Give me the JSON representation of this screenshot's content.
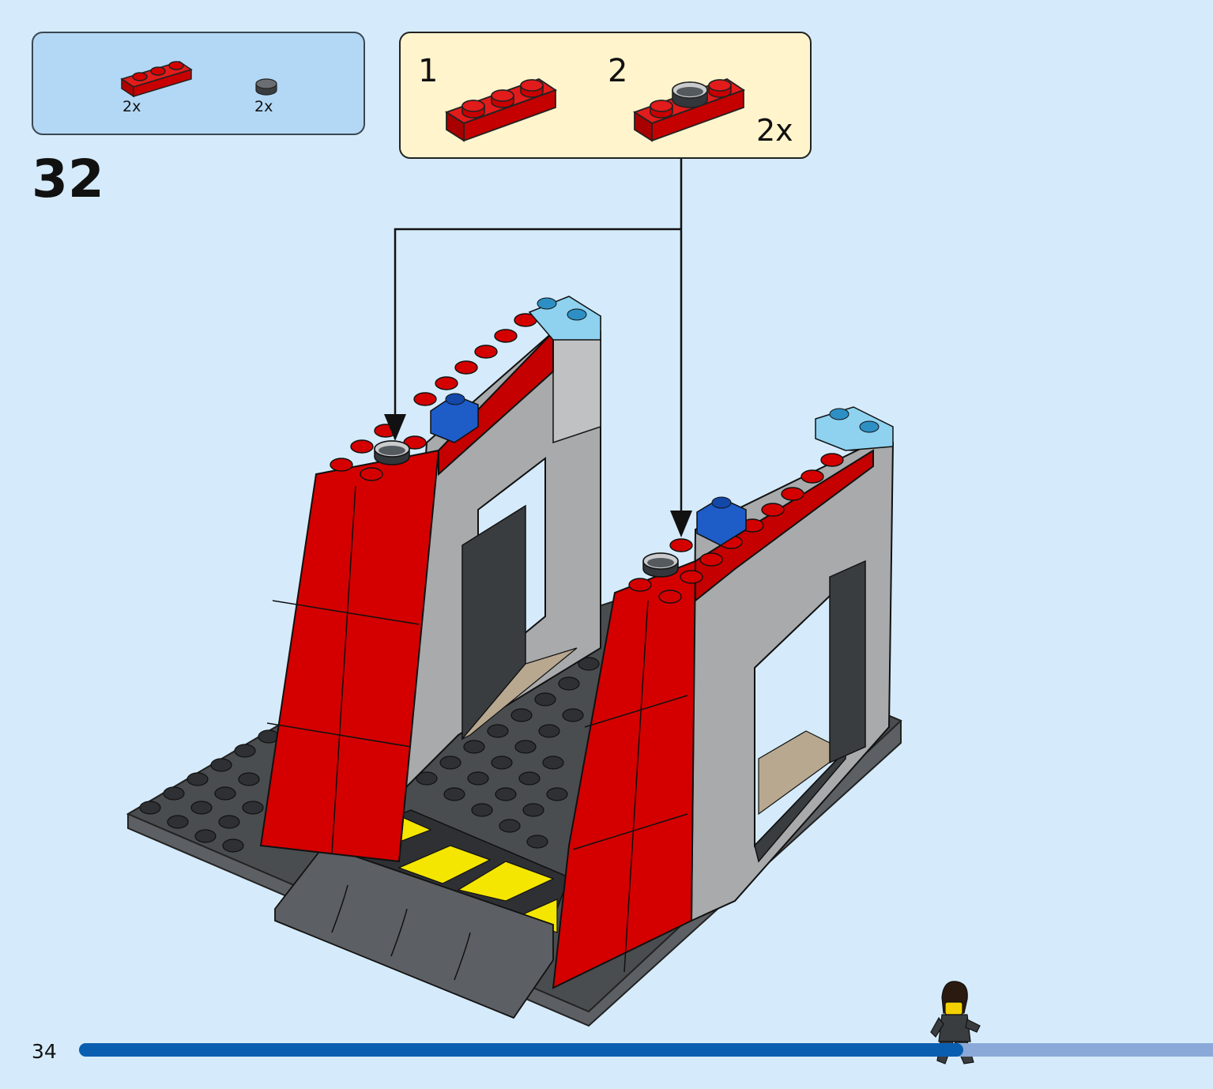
{
  "step": {
    "number": "32"
  },
  "page": {
    "number": "34"
  },
  "parts_list": {
    "items": [
      {
        "name": "red 1x3 plate",
        "qty": "2x",
        "color": "#d40000"
      },
      {
        "name": "dark grey round 1x1 tile",
        "qty": "2x",
        "color": "#555a5e"
      }
    ]
  },
  "sub_assembly": {
    "steps": [
      {
        "number": "1"
      },
      {
        "number": "2"
      }
    ],
    "multiplier": "2x"
  },
  "progress": {
    "fraction": 0.78
  },
  "colors": {
    "background": "#d5ebfb",
    "parts_box": "#b3d8f5",
    "sub_box": "#fff4cc",
    "brick_red": "#d40000",
    "light_grey": "#a8aaab",
    "dark_grey": "#4a4d50",
    "progress_fill": "#0a5eb0",
    "progress_track": "#8ba9d8"
  },
  "icons": [
    "red-plate-icon",
    "round-tile-icon",
    "builder-minifigure-icon",
    "arrow-down-icon"
  ]
}
